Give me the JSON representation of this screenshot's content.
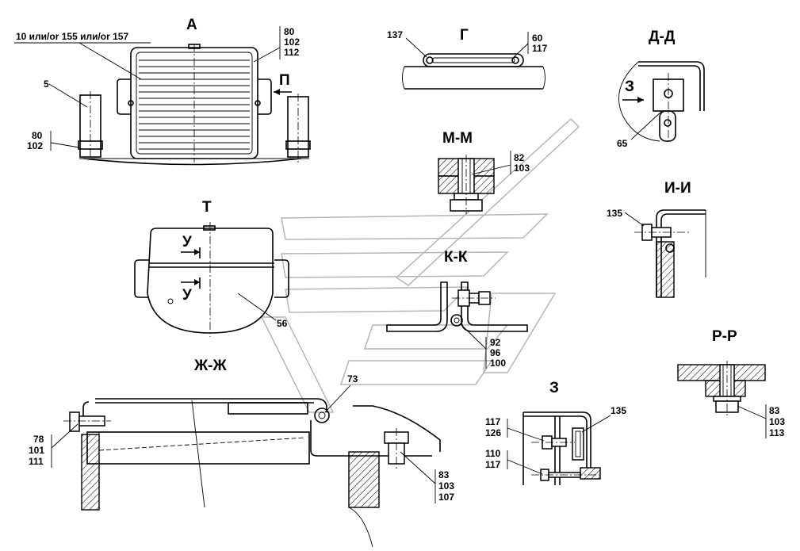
{
  "views": {
    "a": "А",
    "p": "П",
    "g": "Г",
    "dd": "Д-Д",
    "z_arrow": "З",
    "mm": "М-М",
    "t": "Т",
    "u1": "У",
    "u2": "У",
    "ii": "И-И",
    "kk": "К-К",
    "rr": "Р-Р",
    "zhzh": "Ж-Ж",
    "z": "З"
  },
  "notes": {
    "variant": "10 или/or 155 или/or 157"
  },
  "callouts": {
    "a_right": [
      "80",
      "102",
      "112"
    ],
    "a_left_pos": "5",
    "a_left": [
      "80",
      "102"
    ],
    "g_left": "137",
    "g_right": [
      "60",
      "117"
    ],
    "dd_pos": "65",
    "mm": [
      "82",
      "103"
    ],
    "t_pos": "56",
    "ii_pos": "135",
    "kk": [
      "92",
      "96",
      "100"
    ],
    "rr": [
      "83",
      "103",
      "113"
    ],
    "zhzh_top": "73",
    "zhzh_left": [
      "78",
      "101",
      "111"
    ],
    "zhzh_right": [
      "83",
      "103",
      "107"
    ],
    "z_top": "135",
    "z_left1": [
      "117",
      "126"
    ],
    "z_left2": [
      "110",
      "117"
    ]
  }
}
